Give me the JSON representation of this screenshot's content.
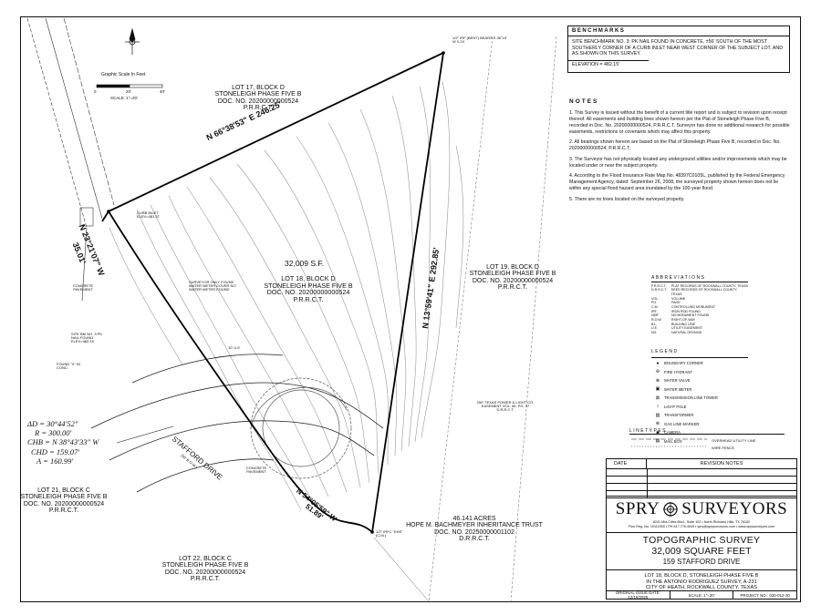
{
  "benchmarks": {
    "title": "BENCHMARKS",
    "text": "SITE BENCHMARK NO. 3: PK NAIL FOUND IN CONCRETE, ±56' SOUTH OF THE MOST SOUTHERLY CORNER OF A CURB INLET NEAR WEST CORNER OF THE SUBJECT LOT, AND AS SHOWN ON THIS SURVEY.",
    "elevation": "ELEVATION = 482.15'"
  },
  "notes": {
    "title": "NOTES",
    "items": [
      "1. This Survey is issued without the benefit of a current title report and is subject to revision upon receipt thereof. All easements and building lines shown hereon per the Plat of Stoneleigh Phase Five B, recorded in Doc. No. 20200000000524, P.R.R.C.T. Surveyor has done no additional research for possible easements, restrictions or covenants which may affect this property.",
      "2. All bearings shown hereon are based on the Plat of Stoneleigh Phase Five B, recorded in Doc. No. 20200000000524, P.R.R.C.T.",
      "3. The Surveyor has not physically located any underground utilities and/or improvements which may be located under or near the subject property.",
      "4. According to the Flood Insurance Rate Map No. 48397C0105L, published by the Federal Emergency Management Agency, dated: September 26, 2008, the surveyed property shown hereon does not lie within any special flood hazard area inundated by the 100-year flood.",
      "5. There are no trees located on the surveyed property."
    ]
  },
  "abbreviations": {
    "title": "ABBREVIATIONS",
    "items": [
      {
        "k": "P.R.R.C.T.",
        "v": "PLAT RECORDS OF ROCKWALL COUNTY, TEXAS"
      },
      {
        "k": "D.R.R.C.T.",
        "v": "DEED RECORDS OF ROCKWALL COUNTY, TEXAS"
      },
      {
        "k": "VOL.",
        "v": "VOLUME"
      },
      {
        "k": "PG.",
        "v": "PAGE"
      },
      {
        "k": "C.M.",
        "v": "CONTROLLING MONUMENT"
      },
      {
        "k": "IRF",
        "v": "IRON ROD FOUND"
      },
      {
        "k": "NMF",
        "v": "NO MONUMENT FOUND"
      },
      {
        "k": "R.O.W.",
        "v": "RIGHT-OF-WAY"
      },
      {
        "k": "B.L.",
        "v": "BUILDING LINE"
      },
      {
        "k": "U.E.",
        "v": "UTILITY EASEMENT"
      },
      {
        "k": "NG",
        "v": "NATURAL GROUND"
      }
    ]
  },
  "legend": {
    "title": "LEGEND",
    "items": [
      {
        "sym": "●",
        "label": "BOUNDARY CORNER"
      },
      {
        "sym": "✣",
        "label": "FIRE HYDRANT"
      },
      {
        "sym": "⊗",
        "label": "WATER VALVE"
      },
      {
        "sym": "▣",
        "label": "WATER METER"
      },
      {
        "sym": "⊠",
        "label": "TRANSMISSION LINE TOWER"
      },
      {
        "sym": "○",
        "label": "LIGHT POLE"
      },
      {
        "sym": "▨",
        "label": "TRANSFORMER"
      },
      {
        "sym": "⊛",
        "label": "GAS LINE MARKER"
      },
      {
        "sym": "◉",
        "label": "CAMERA"
      },
      {
        "sym": "▤",
        "label": "MAIL BOX"
      }
    ]
  },
  "linetypes": {
    "title": "LINETYPES",
    "overhead": "OVERHEAD UTILITY LINE",
    "wire_fence": "WIRE FENCE"
  },
  "title_block": {
    "rev_date": "DATE",
    "rev_notes": "REVISION NOTES",
    "brand_left": "SPRY",
    "brand_right": "SURVEYORS",
    "address": "8241 Mid-Cities Blvd., Suite 102 • North Richland Hills, TX 76182",
    "contact": "Firm Reg. No. 10112000 • PH 817.776.4049 • spry@sprysurveyors.com • www.sprysurveyors.com",
    "survey_type": "TOPOGRAPHIC SURVEY",
    "area": "32,009 SQUARE FEET",
    "address_line": "159 STAFFORD DRIVE",
    "desc1": "LOT 18, BLOCK D, STONELEIGH PHASE FIVE B",
    "desc2": "IN THE ANTONIO RODRIGUEZ SURVEY, A-231",
    "desc3": "CITY OF HEATH, ROCKWALL COUNTY, TEXAS",
    "issue": "ORIGINAL ISSUE DATE: 12/19/2025",
    "scale": "SCALE: 1\"=20'",
    "project": "PROJECT NO.: 020-012-20"
  },
  "plan": {
    "scale_title": "Graphic Scale In Feet",
    "scale_ticks": [
      "0",
      "20'",
      "40'"
    ],
    "scale_label": "SCALE: 1\"=20'",
    "lot17": [
      "LOT 17, BLOCK D",
      "STONELEIGH PHASE FIVE B",
      "DOC. NO. 20200000000524",
      "P.R.R.C.T."
    ],
    "lot18": [
      "LOT 18, BLOCK D",
      "STONELEIGH PHASE FIVE B",
      "DOC. NO. 20200000000524",
      "P.R.R.C.T."
    ],
    "lot18_area": "32,009 S.F.",
    "lot19": [
      "LOT 19, BLOCK D",
      "STONELEIGH PHASE FIVE B",
      "DOC. NO. 20200000000524",
      "P.R.R.C.T."
    ],
    "lot21": [
      "LOT 21, BLOCK C",
      "STONELEIGH PHASE FIVE B",
      "DOC. NO. 20200000000524",
      "P.R.R.C.T."
    ],
    "lot22": [
      "LOT 22, BLOCK C",
      "STONELEIGH PHASE FIVE B",
      "DOC. NO. 20200000000524",
      "P.R.R.C.T."
    ],
    "acres": [
      "46.141 ACRES",
      "HOPE M. BACHMEYER INHERITANCE TRUST",
      "DOC. NO. 20250000001102",
      "D.R.R.C.T."
    ],
    "bearing_north": "N 66°38'53\" E  246.25'",
    "bearing_east": "N 13°59'41\" E  292.85'",
    "bearing_west": "N 23°21'07\" W",
    "dist_west": "35.01'",
    "bearing_south": "N 54°05'59\" W",
    "dist_south": "51.89'",
    "curve": [
      "ΔD = 30°44'52\"",
      "R = 300.00'",
      "CHB = N 38°43'33\" W",
      "CHD = 159.07'",
      "A = 160.99'"
    ],
    "street": "STAFFORD DRIVE",
    "street_row": "(50' R.O.W.)",
    "concrete1": "CONCRETE PAVEMENT",
    "concrete2": "CONCRETE PAVEMENT",
    "surveyor_note": "SURVEYOR ONLY FOUND WATER METER COVER NO WATER METER FOUND",
    "site_bm": "SITE BM NO. 3 PK NAIL FOUND ELEV=482.15",
    "found_x": "FOUND \"X\" IN CONC.",
    "curb_inlet": "CURB INLET ELEV=481.37",
    "easement": "250' TEXAS POWER & LIGHT CO. EASEMENT VOL. 65, PG. 37 D.R.R.C.T.",
    "irf_top": "1/2\" IRF (BENT) BEARS S 36°15' W 0.24'",
    "irf_bottom": "1/2\" IRFC \"EHS\"(C.M.)",
    "ue": "10' U.E."
  }
}
